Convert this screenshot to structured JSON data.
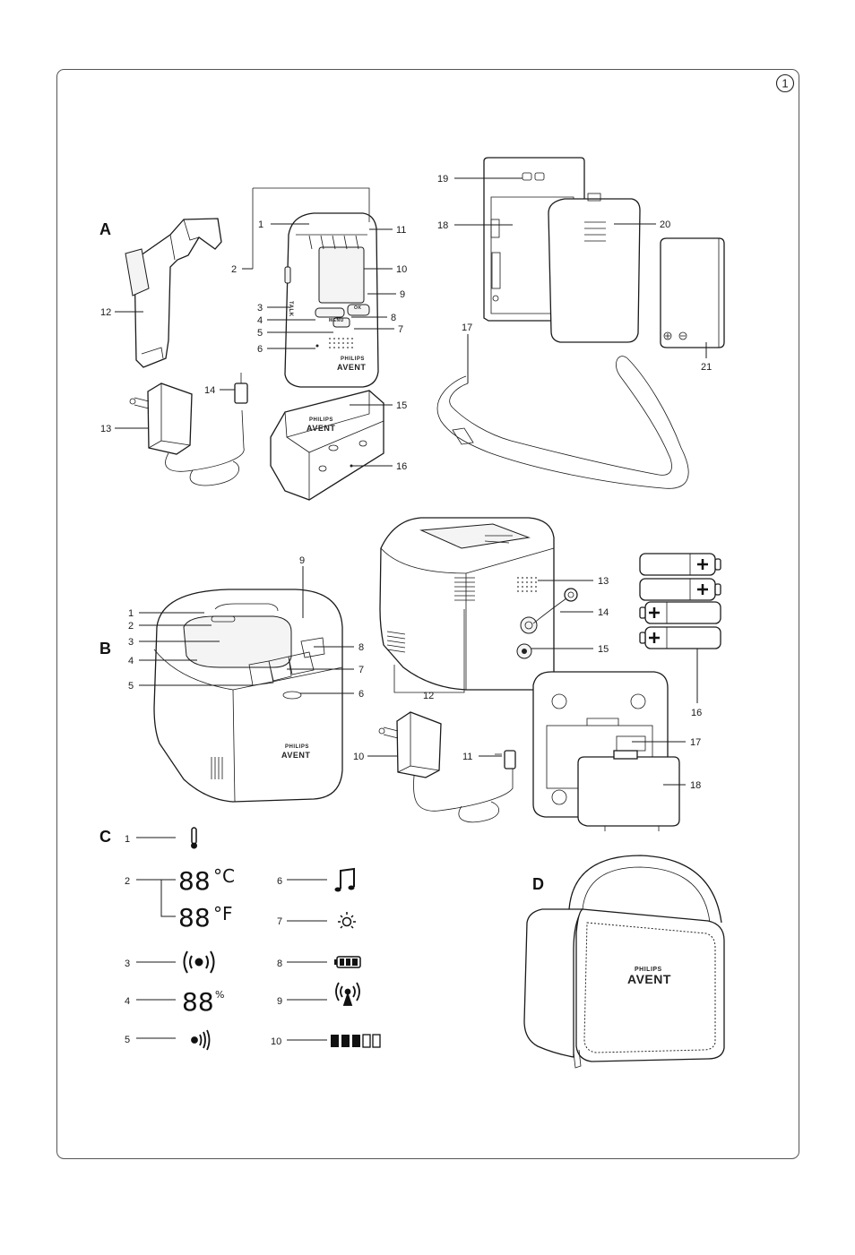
{
  "page_number": "1",
  "sections": {
    "a": "A",
    "b": "B",
    "c": "C",
    "d": "D"
  },
  "brand": {
    "line1": "PHILIPS",
    "line2": "AVENT"
  },
  "unit_labels": {
    "talk": "TALK",
    "menu": "MENU",
    "ok": "OK"
  },
  "device_a_callouts": [
    "1",
    "2",
    "3",
    "4",
    "5",
    "6",
    "7",
    "8",
    "9",
    "10",
    "11",
    "12",
    "13",
    "14",
    "15",
    "16"
  ],
  "battery_callouts": [
    "17",
    "18",
    "19",
    "20",
    "21"
  ],
  "device_b_callouts": [
    "1",
    "2",
    "3",
    "4",
    "5",
    "6",
    "7",
    "8",
    "9",
    "10",
    "11",
    "12",
    "13",
    "14",
    "15",
    "16",
    "17",
    "18"
  ],
  "display_c": {
    "labels": [
      "1",
      "2",
      "3",
      "4",
      "5",
      "6",
      "7",
      "8",
      "9",
      "10"
    ],
    "temp_digits": "88",
    "celsius": "°C",
    "fahrenheit": "°F",
    "humidity_digits": "88",
    "percent": "%"
  }
}
